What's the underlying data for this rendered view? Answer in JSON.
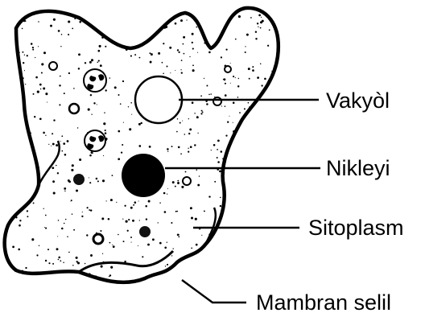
{
  "diagram": {
    "labels": {
      "vacuole": "Vakyòl",
      "nucleus": "Nikleyi",
      "cytoplasm": "Sitoplasm",
      "membrane": "Mambran selil"
    }
  },
  "colors": {
    "line": "#000000",
    "background": "#ffffff"
  }
}
